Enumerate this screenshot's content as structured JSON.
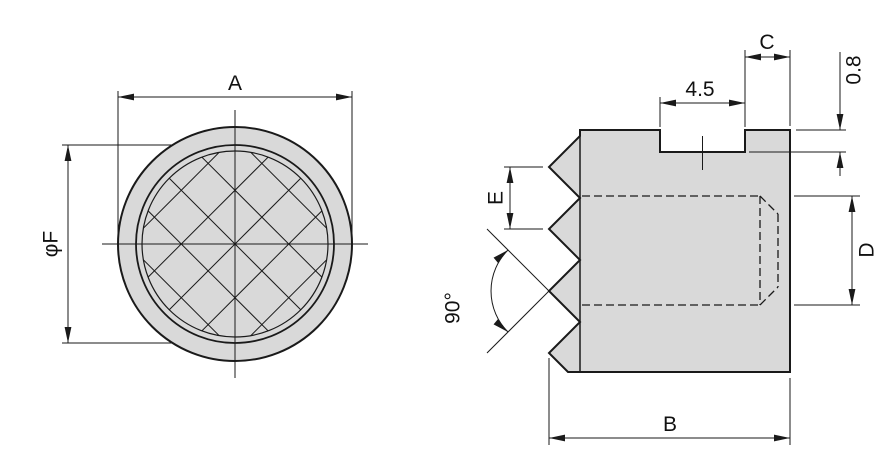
{
  "labels": {
    "front_view": {
      "outer_diameter": "A",
      "knurl_diameter": "φF"
    },
    "side_view": {
      "top_step": "C",
      "slot_width": "4.5",
      "slot_depth": "0.8",
      "tooth_pitch": "E",
      "tooth_angle": "90°",
      "bore_diameter": "D",
      "overall_length": "B"
    }
  },
  "colors": {
    "body_fill": "#d9d9d9",
    "line_color": "#1a1a1a",
    "background": "#ffffff"
  }
}
